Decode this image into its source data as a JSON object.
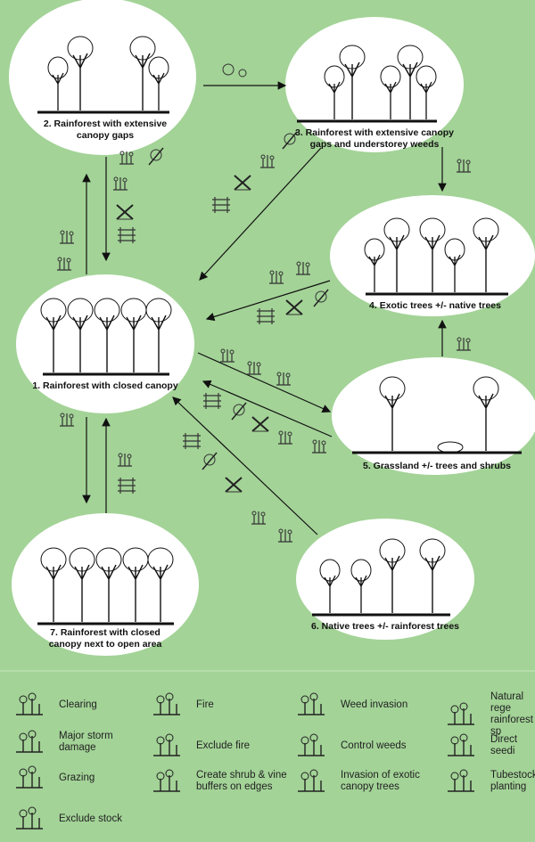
{
  "states": [
    {
      "id": "1",
      "label": "1. Rainforest with closed canopy"
    },
    {
      "id": "2",
      "label_line1": "2. Rainforest with extensive",
      "label_line2": "canopy gaps"
    },
    {
      "id": "3",
      "label_line1": "3. Rainforest with extensive canopy",
      "label_line2": "gaps and understorey weeds"
    },
    {
      "id": "4",
      "label": "4. Exotic trees +/- native trees"
    },
    {
      "id": "5",
      "label": "5. Grassland +/- trees and shrubs"
    },
    {
      "id": "6",
      "label": "6. Native trees +/- rainforest trees"
    },
    {
      "id": "7",
      "label_line1": "7. Rainforest with closed",
      "label_line2": "canopy next to open area"
    }
  ],
  "legend": [
    {
      "icon": "clearing-icon",
      "line1": "Clearing"
    },
    {
      "icon": "storm-icon",
      "line1": "Major storm",
      "line2": "damage"
    },
    {
      "icon": "grazing-icon",
      "line1": "Grazing"
    },
    {
      "icon": "fence-icon",
      "line1": "Exclude stock"
    },
    {
      "icon": "fire-icon",
      "line1": "Fire"
    },
    {
      "icon": "exclude-fire-icon",
      "line1": "Exclude fire"
    },
    {
      "icon": "shrub-buffer-icon",
      "line1": "Create shrub & vine",
      "line2": "buffers on edges"
    },
    {
      "icon": "weed-icon",
      "line1": "Weed invasion"
    },
    {
      "icon": "control-weeds-icon",
      "line1": "Control weeds"
    },
    {
      "icon": "exotic-tree-icon",
      "line1": "Invasion of exotic",
      "line2": "canopy trees"
    },
    {
      "icon": "seedling-icon",
      "line1": "Natural rege",
      "line2": "rainforest sp"
    },
    {
      "icon": "seed-hand-icon",
      "line1": "Direct seedi"
    },
    {
      "icon": "tubestock-icon",
      "line1": "Tubestock",
      "line2": "planting"
    }
  ],
  "colors": {
    "background": "#a3d397",
    "ellipse": "#ffffff",
    "ink": "#111111"
  }
}
